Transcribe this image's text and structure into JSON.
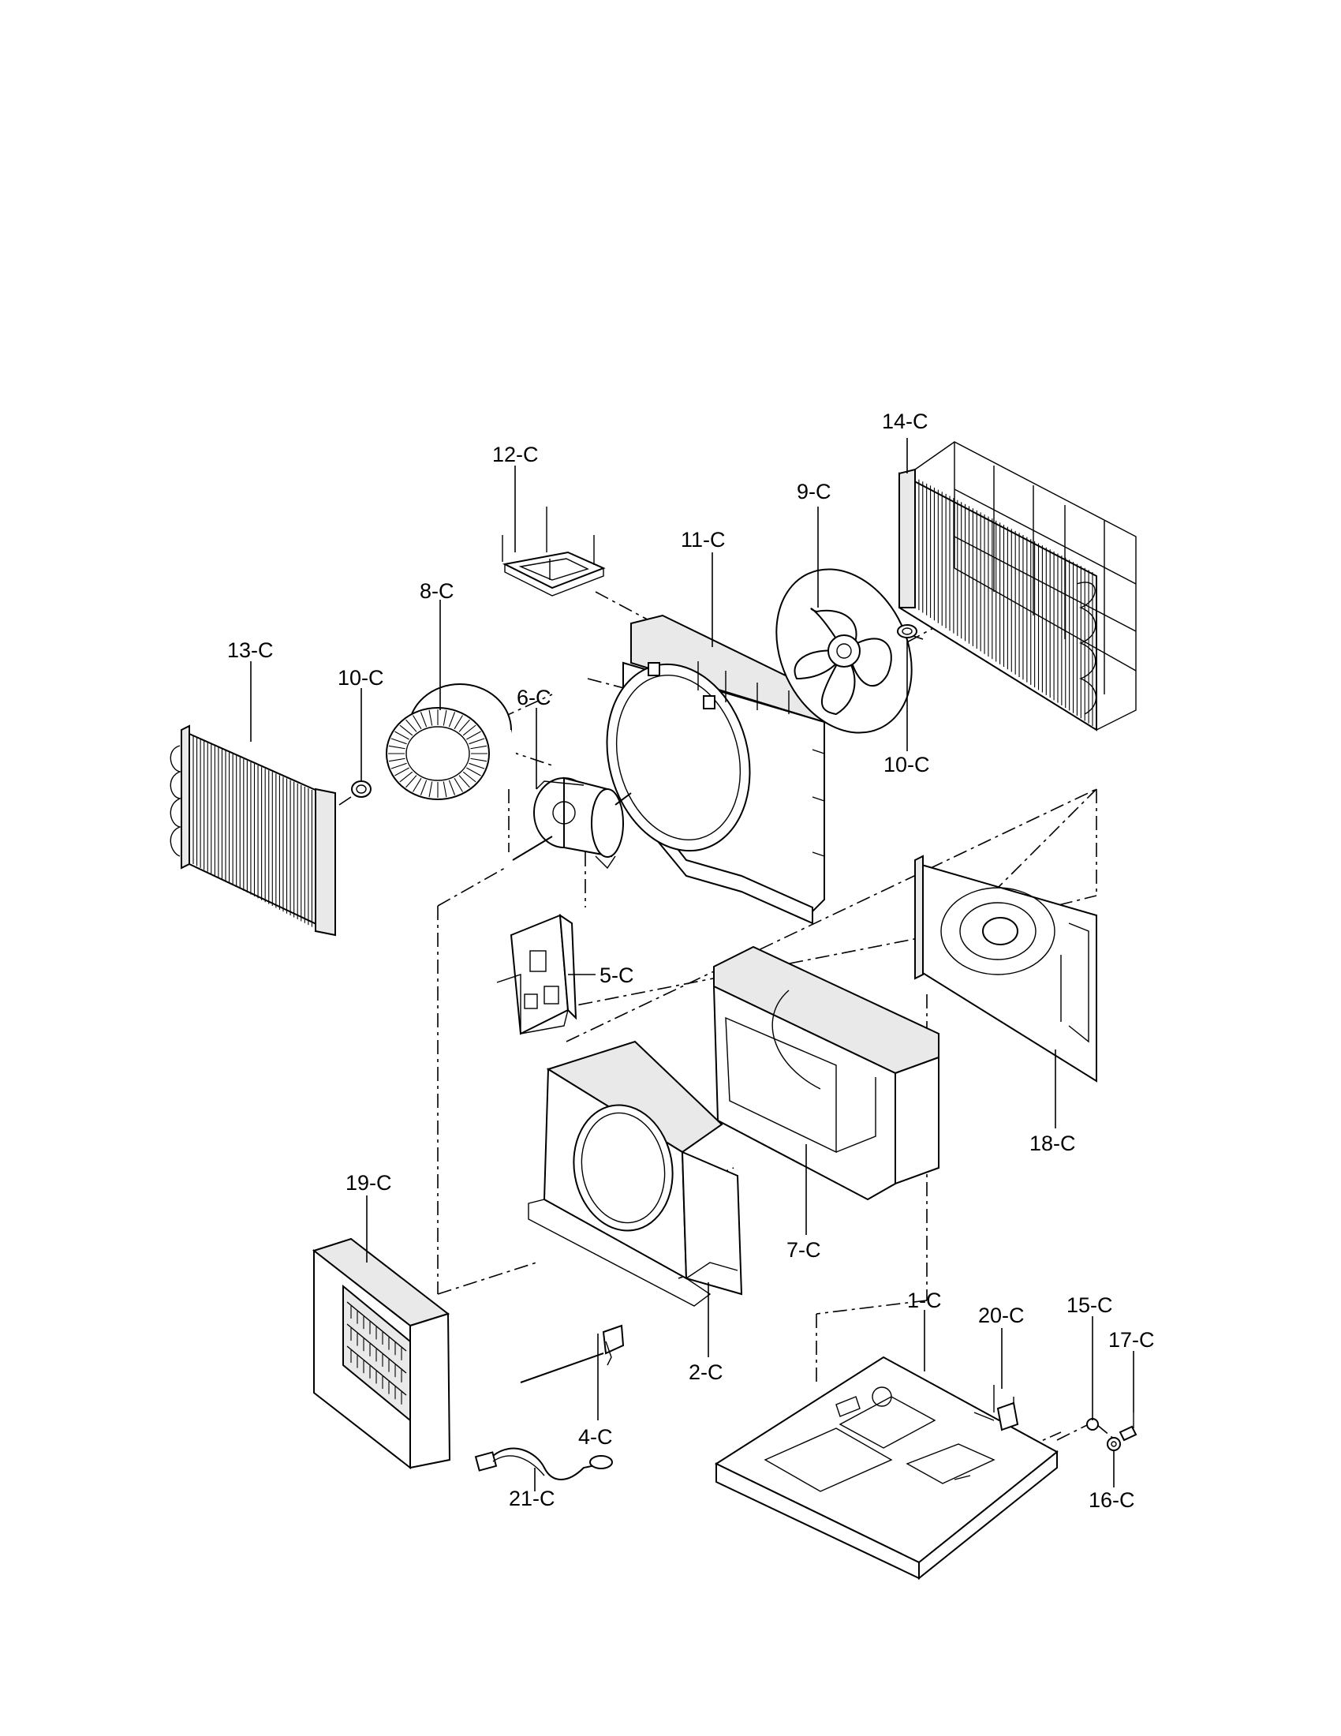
{
  "labels": {
    "p1": "1-C",
    "p2": "2-C",
    "p4": "4-C",
    "p5": "5-C",
    "p6": "6-C",
    "p7": "7-C",
    "p8": "8-C",
    "p9": "9-C",
    "p10a": "10-C",
    "p10b": "10-C",
    "p11": "11-C",
    "p12": "12-C",
    "p13": "13-C",
    "p14": "14-C",
    "p15": "15-C",
    "p16": "16-C",
    "p17": "17-C",
    "p18": "18-C",
    "p19": "19-C",
    "p20": "20-C",
    "p21": "21-C"
  }
}
